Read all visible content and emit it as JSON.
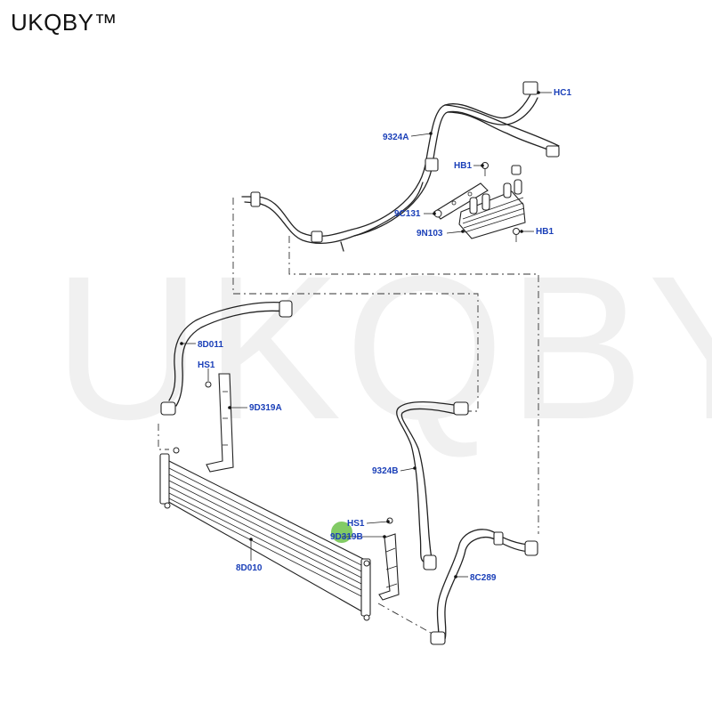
{
  "brand": {
    "text": "UKQBY™"
  },
  "watermark": {
    "text": "UKQBY™"
  },
  "callouts": [
    {
      "id": "HC1",
      "label": "HC1"
    },
    {
      "id": "9324A",
      "label": "9324A"
    },
    {
      "id": "HB1-top",
      "label": "HB1"
    },
    {
      "id": "9C131",
      "label": "9C131"
    },
    {
      "id": "9N103",
      "label": "9N103"
    },
    {
      "id": "HB1-right",
      "label": "HB1"
    },
    {
      "id": "8D011",
      "label": "8D011"
    },
    {
      "id": "HS1-left",
      "label": "HS1"
    },
    {
      "id": "9D319A",
      "label": "9D319A"
    },
    {
      "id": "9324B",
      "label": "9324B"
    },
    {
      "id": "HS1-right",
      "label": "HS1"
    },
    {
      "id": "9D319B",
      "label": "9D319B"
    },
    {
      "id": "8D010",
      "label": "8D010"
    },
    {
      "id": "8C289",
      "label": "8C289"
    }
  ],
  "marker": {
    "color": "#6cc24a"
  },
  "colors": {
    "callout": "#1a3fb8",
    "line": "#222222",
    "watermark": "#f0f0f0"
  }
}
